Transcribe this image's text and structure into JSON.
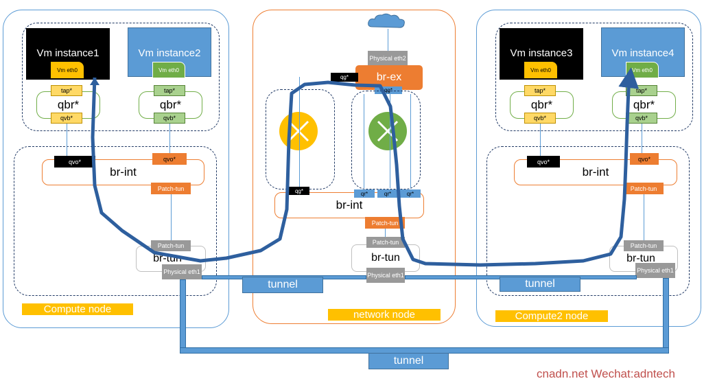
{
  "compute_node": {
    "label": "Compute node",
    "vm1": {
      "name": "Vm instance1",
      "eth": "Vm eth0"
    },
    "vm2": {
      "name": "Vm instance2",
      "eth": "Vm eth0"
    },
    "tap": "tap*",
    "qbr": "qbr*",
    "qvb": "qvb*",
    "qvo": "qvo*",
    "br_int": "br-int",
    "patch_tun": "Patch-tun",
    "br_tun": "br-tun",
    "physical_eth1": "Physical eth1"
  },
  "network_node": {
    "label": "network node",
    "physical_eth2": "Physical eth2",
    "br_ex": "br-ex",
    "qg": "qg*",
    "qr": "qr*",
    "br_int": "br-int",
    "patch_tun": "Patch-tun",
    "br_tun": "br-tun",
    "physical_eth1": "Physical eth1"
  },
  "compute2_node": {
    "label": "Compute2 node",
    "vm3": {
      "name": "Vm instance3",
      "eth": "Vm eth0"
    },
    "vm4": {
      "name": "Vm instance4",
      "eth": "Vm eth0"
    },
    "tap": "tap*",
    "qbr": "qbr*",
    "qvb": "qvb*",
    "qvo": "qvo*",
    "br_int": "br-int",
    "patch_tun": "Patch-tun",
    "br_tun": "br-tun",
    "physical_eth1": "Physical eth1"
  },
  "tunnels": {
    "label": "tunnel"
  },
  "watermark": "cnadn.net Wechat:adntech",
  "colors": {
    "blue": "#5b9bd5",
    "orange": "#ed7d31",
    "yellow": "#ffc000",
    "green": "#70ad47",
    "path": "#2e5f9e"
  }
}
